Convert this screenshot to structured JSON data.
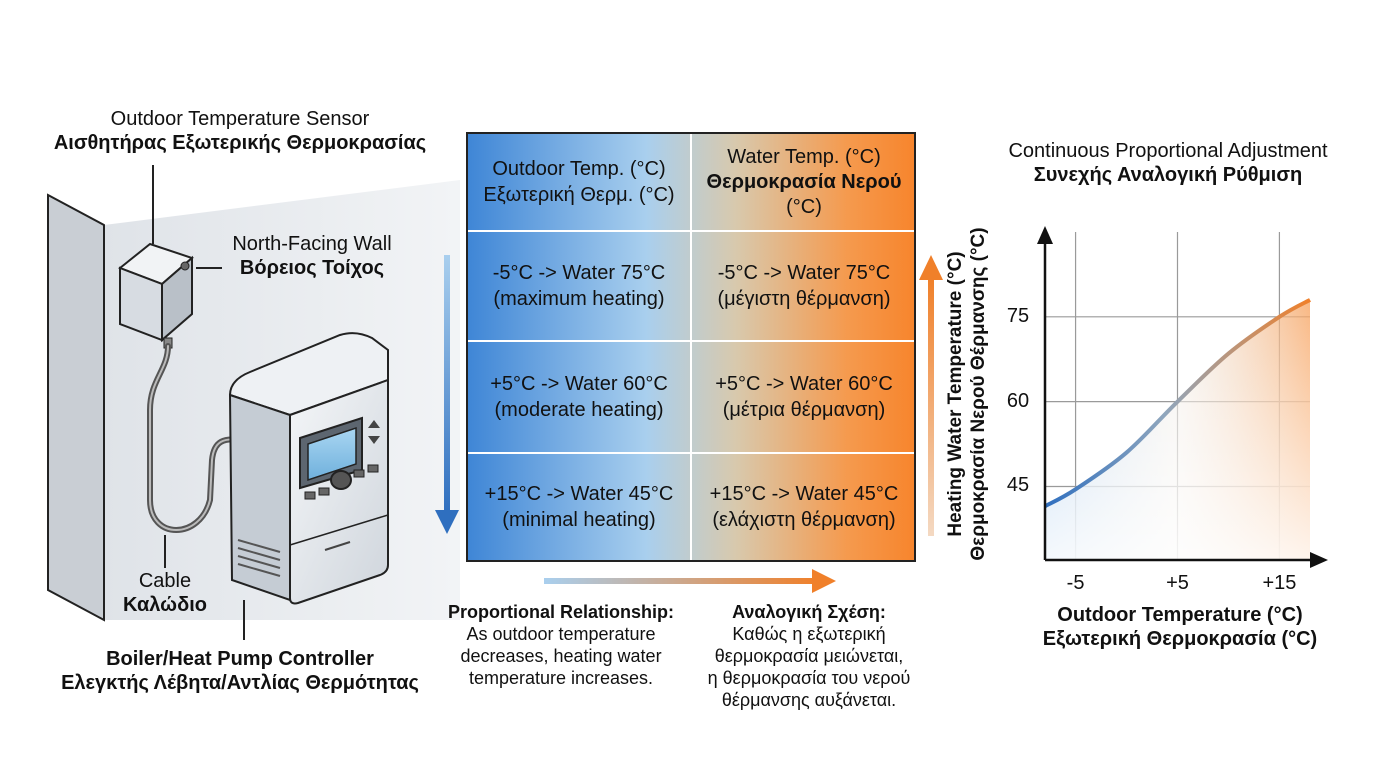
{
  "sensor_label": {
    "en": "Outdoor Temperature Sensor",
    "el": "Αισθητήρας Εξωτερικής Θερμοκρασίας"
  },
  "wall_label": {
    "en": "North-Facing Wall",
    "el": "Βόρειος Τοίχος"
  },
  "cable_label": {
    "en": "Cable",
    "el": "Καλώδιο"
  },
  "controller_label": {
    "en": "Boiler/Heat Pump Controller",
    "el": "Ελεγκτής Λέβητα/Αντλίας Θερμότητας"
  },
  "table": {
    "header": {
      "outdoor": {
        "en": "Outdoor Temp. (°C)",
        "el": "Εξωτερική Θερμ. (°C)"
      },
      "water": {
        "en": "Water Temp. (°C)",
        "el": "Θερμοκρασία Νερού",
        "unit": "(°C)"
      }
    },
    "rows": [
      {
        "left1": "-5°C -> Water 75°C",
        "left2": "(maximum heating)",
        "right1": "-5°C -> Water 75°C",
        "right2": "(μέγιστη θέρμανση)"
      },
      {
        "left1": "+5°C -> Water 60°C",
        "left2": "(moderate heating)",
        "right1": "+5°C -> Water 60°C",
        "right2": "(μέτρια θέρμανση)"
      },
      {
        "left1": "+15°C -> Water 45°C",
        "left2": "(minimal heating)",
        "right1": "+15°C -> Water 45°C",
        "right2": "(ελάχιστη θέρμανση)"
      }
    ]
  },
  "relationship_en": {
    "title": "Proportional Relationship:",
    "l1": "As outdoor temperature",
    "l2": "decreases, heating water",
    "l3": "temperature increases."
  },
  "relationship_el": {
    "title": "Αναλογική Σχέση:",
    "l1": "Καθώς η εξωτερική",
    "l2": "θερμοκρασία μειώνεται,",
    "l3": "η θερμοκρασία του νερού",
    "l4": "θέρμανσης αυξάνεται."
  },
  "colors": {
    "blue": "#2f6fbf",
    "orange": "#f0802a"
  },
  "chart_data": {
    "type": "area",
    "title": "Continuous Proportional Adjustment",
    "subtitle": "Συνεχής Αναλογική Ρύθμιση",
    "xlabel": "Outdoor Temperature (°C)",
    "xlabel_el": "Εξωτερική Θερμοκρασία (°C)",
    "ylabel": "Heating Water Temperature (°C)",
    "ylabel_el": "Θερμοκρασία Νερού Θέρμανσης (°C)",
    "x_ticks": [
      "-5",
      "+5",
      "+15"
    ],
    "y_ticks": [
      "45",
      "60",
      "75"
    ],
    "x_tick_values": [
      -5,
      5,
      15
    ],
    "y_tick_values": [
      45,
      60,
      75
    ],
    "xlim": [
      -8,
      18
    ],
    "ylim": [
      32,
      90
    ],
    "grid": true,
    "x": [
      -8,
      -5,
      0,
      5,
      10,
      15,
      18
    ],
    "y": [
      41.5,
      44.5,
      51,
      60,
      68.5,
      75,
      78
    ]
  }
}
